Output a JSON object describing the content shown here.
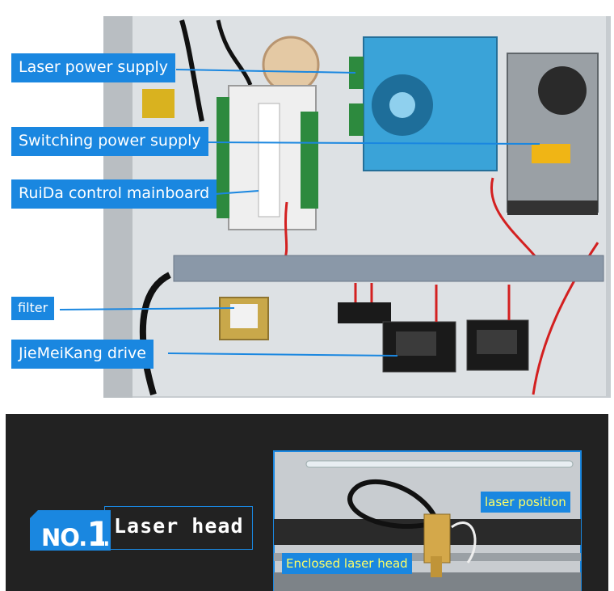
{
  "cabinet": {
    "labels": {
      "laser_power_supply": "Laser power supply",
      "switching_power_supply": "Switching power supply",
      "ruida_mainboard": "RuiDa control mainboard",
      "filter": "filter",
      "drive": "JieMeiKang  drive"
    },
    "colors": {
      "callout": "#1a87e0",
      "psu_blue": "#3aa3d8",
      "panel": "#d9dde0"
    }
  },
  "laser_section": {
    "badge_no": "NO.",
    "badge_number": "1",
    "title": "Laser head",
    "labels": {
      "laser_position": "laser position",
      "enclosed_laser_head": "Enclosed laser head"
    },
    "colors": {
      "background": "#222222",
      "label_bg": "#1a87e0",
      "label_text": "#ffff66"
    }
  }
}
